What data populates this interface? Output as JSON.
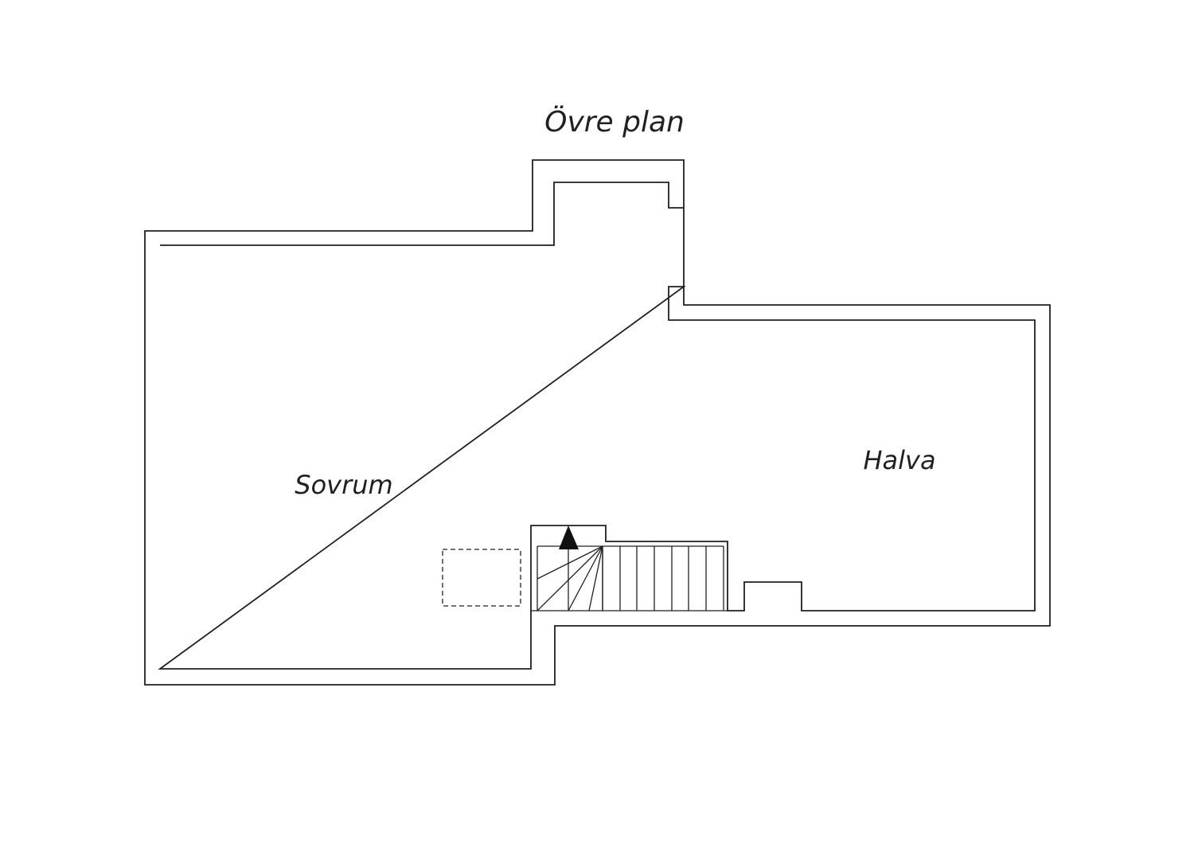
{
  "floor": {
    "title": "Övre plan"
  },
  "rooms": [
    {
      "label": "Sovrum"
    },
    {
      "label": "Halva"
    }
  ],
  "colors": {
    "line": "#231f20",
    "background": "#ffffff",
    "arrow": "#111111"
  }
}
